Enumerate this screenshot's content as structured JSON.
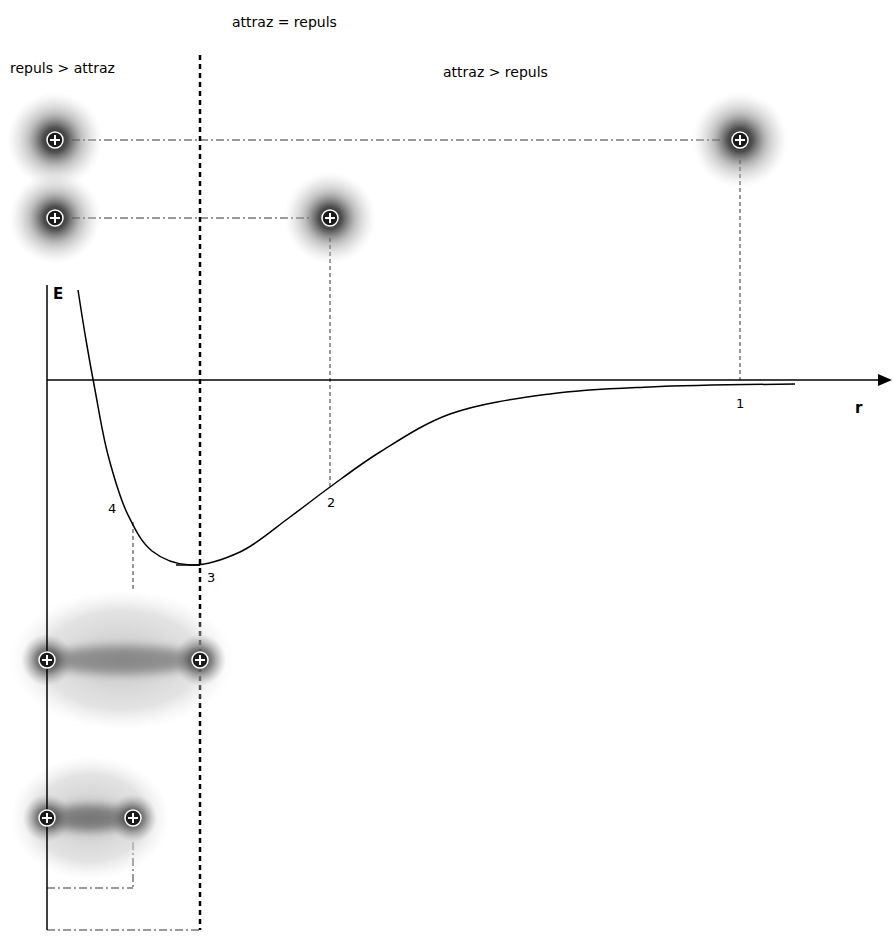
{
  "diagram": {
    "labels": [
      "attraz = repuls",
      "repuls > attraz",
      "attraz > repuls",
      "E",
      "r",
      "1",
      "2",
      "3",
      "4"
    ]
  }
}
